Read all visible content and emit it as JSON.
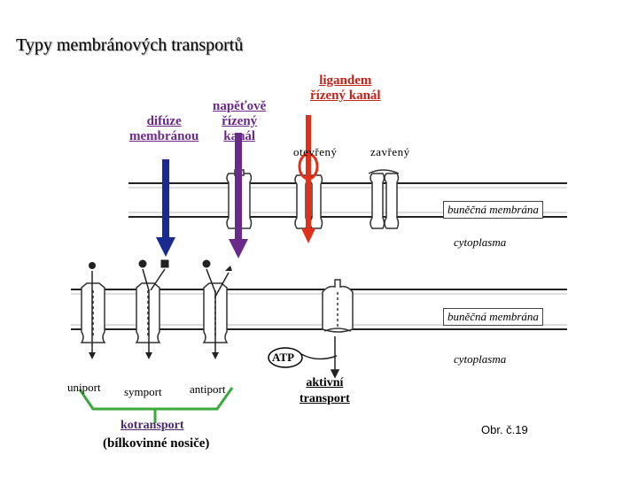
{
  "title": "Typy membránových transportů",
  "top_labels": {
    "difuze_line1": "difúze",
    "difuze_line2": "membránou",
    "napetove_line1": "napěťově",
    "napetove_line2": "řízený",
    "napetove_line3": "kanál",
    "ligand_line1": "ligandem",
    "ligand_line2": "řízený kanál",
    "otevreny": "otevřený",
    "zavreny": "zavřený"
  },
  "membrane_labels": {
    "membrane_top": "buněčná membrána",
    "cytoplasm_top": "cytoplasma",
    "membrane_bottom": "buněčná membrána",
    "cytoplasm_bottom": "cytoplasma"
  },
  "bottom_labels": {
    "uniport": "uniport",
    "symport": "symport",
    "antiport": "antiport",
    "kotransport": "kotransport",
    "bilkovinne": "(bílkovinné nosiče)",
    "atp": "ATP",
    "aktivni_line1": "aktivní",
    "aktivni_line2": "transport",
    "figure": "Obr. č.19"
  },
  "colors": {
    "purple": "#6a2a8a",
    "red": "#c0241a",
    "blue_arrow": "#1a2a8f",
    "red_arrow": "#e0301a",
    "green_bracket": "#3aa83a"
  }
}
